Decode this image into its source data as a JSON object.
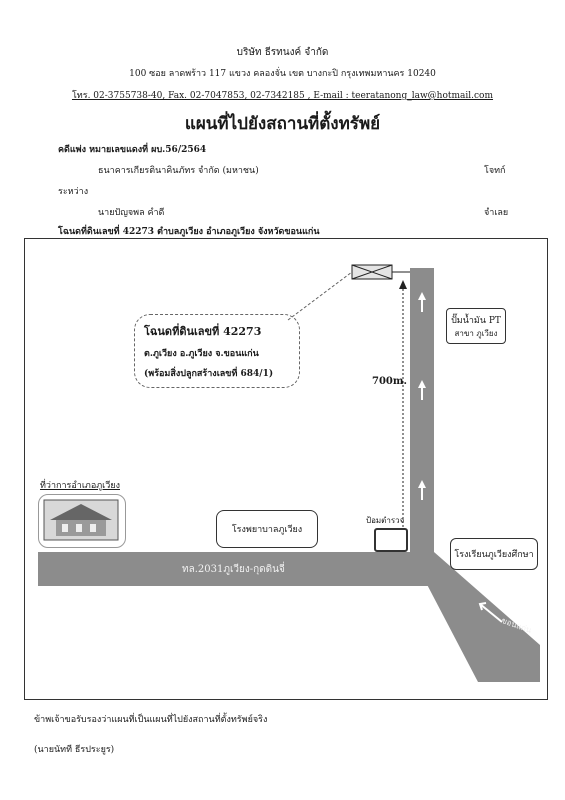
{
  "company": {
    "name": "บริษัท ธีรทนงค์ จำกัด",
    "address": "100 ซอย ลาดพร้าว 117 แขวง คลองจั่น เขต บางกะปิ กรุงเทพมหานคร 10240",
    "contact": "โทร. 02-3755738-40, Fax. 02-7047853, 02-7342185 , E-mail : teeratanong_law@hotmail.com"
  },
  "doc": {
    "title": "แผนที่ไปยังสถานที่ตั้งทรัพย์",
    "case_line": "คดีแพ่ง หมายเลขแดงที่ ผบ.56/2564",
    "plaintiff": "ธนาคารเกียรตินาคินภัทร จำกัด (มหาชน)",
    "plaintiff_role": "โจทก์",
    "between": "ระหว่าง",
    "defendant": "นายปัญจพล คำดี",
    "defendant_role": "จำเลย",
    "deed_line": "โฉนดที่ดินเลขที่ 42273 ตำบลภูเวียง อำเภอภูเวียง จังหวัดขอนแก่น"
  },
  "map": {
    "callout_line1": "โฉนดที่ดินเลขที่ 42273",
    "callout_line2": "ต.ภูเวียง อ.ภูเวียง จ.ขอนแก่น",
    "callout_line3": "(พร้อมสิ่งปลูกสร้างเลขที่ 684/1)",
    "distance": "700m.",
    "gas_station_line1": "ปั๊มน้ำมัน PT",
    "gas_station_line2": "สาขา ภูเวียง",
    "district_office": "ที่ว่าการอำเภอภูเวียง",
    "hospital": "โรงพยาบาลภูเวียง",
    "police_box": "ป้อมตำรวจ",
    "school": "โรงเรียนภูเวียงศึกษา",
    "road": "ทล.2031ภูเวียง-กุดดินจี่",
    "to_khonkaen": "ขอนแก่น"
  },
  "footer": {
    "certify": "ข้าพเจ้าขอรับรองว่าแผนที่เป็นแผนที่ไปยังสถานที่ตั้งทรัพย์จริง",
    "signer": "(นายนัทที ธีรประยูร)"
  }
}
